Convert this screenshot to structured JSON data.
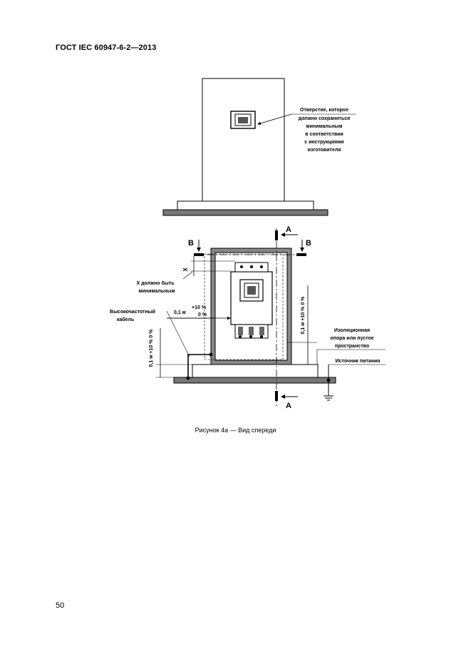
{
  "header": {
    "title": "ГОСТ IEC 60947-6-2—2013"
  },
  "figure_top": {
    "note_lines": [
      "Отверстие, которое",
      "должно сохраняться",
      "минимальным",
      "в соответствии",
      "с инструкциями",
      "изготовителя"
    ]
  },
  "figure_front": {
    "section_a": "A",
    "section_b": "B",
    "x_symbol": "X",
    "x_note_lines": [
      "X должно быть",
      "минимальным"
    ],
    "hf_cable_lines": [
      "Высокочастотный",
      "кабель"
    ],
    "dim_main": "0,1 м",
    "dim_tol_plus": "+10 %",
    "dim_tol_zero": "0 %",
    "dim_left": "0,1 м +10 % 0 %",
    "dim_right": "0,1 м +10 % 0 %",
    "support_lines": [
      "Изоляционная",
      "опора или пустое",
      "пространство"
    ],
    "source_label": "Источник питания"
  },
  "caption": "Рисунок 4а — Вид спереди",
  "footer": {
    "page_number": "50"
  }
}
